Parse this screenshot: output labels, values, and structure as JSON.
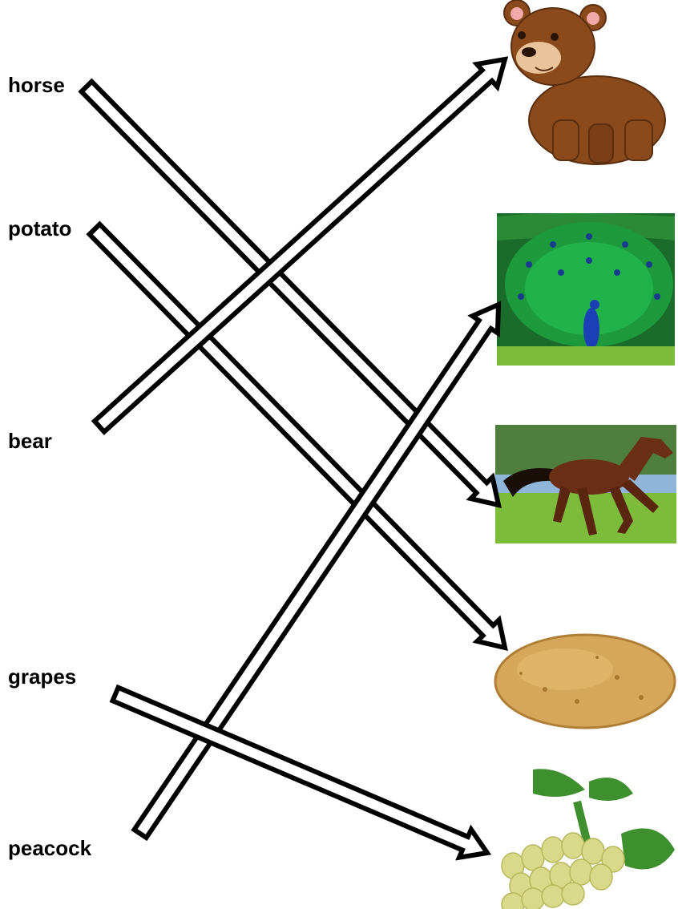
{
  "words": {
    "horse": "horse",
    "potato": "potato",
    "bear": "bear",
    "grapes": "grapes",
    "peacock": "peacock"
  },
  "pictures": [
    "bear",
    "peacock",
    "horse",
    "potato",
    "grapes"
  ],
  "colors": {
    "bear_fur": "#8a4a1c",
    "bear_muzzle": "#e9c39a",
    "peacock_green": "#1c9a3c",
    "peacock_blue": "#1b3fb5",
    "horse_body": "#6a2f14",
    "grass": "#7dbb3a",
    "potato_skin": "#d6a75a",
    "grape_green": "#d9d98a",
    "leaf_green": "#3e8f2e"
  }
}
